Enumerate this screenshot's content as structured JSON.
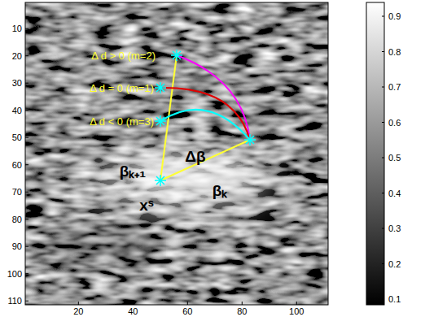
{
  "diagram": {
    "labels": [
      "Δ d > 0 (m=2)",
      "Δ d = 0 (m=1)",
      "Δ d < 0 (m=3)",
      "Δβ",
      "βₖ₊₁",
      "βₖ",
      "xˢ",
      "10",
      "20",
      "30",
      "40",
      "50",
      "60",
      "70",
      "80",
      "90",
      "100",
      "110",
      "20",
      "40",
      "60",
      "80",
      "100",
      "0.1",
      "0.2",
      "0.3",
      "0.4",
      "0.5",
      "0.6",
      "0.7",
      "0.8",
      "0.9"
    ]
  }
}
